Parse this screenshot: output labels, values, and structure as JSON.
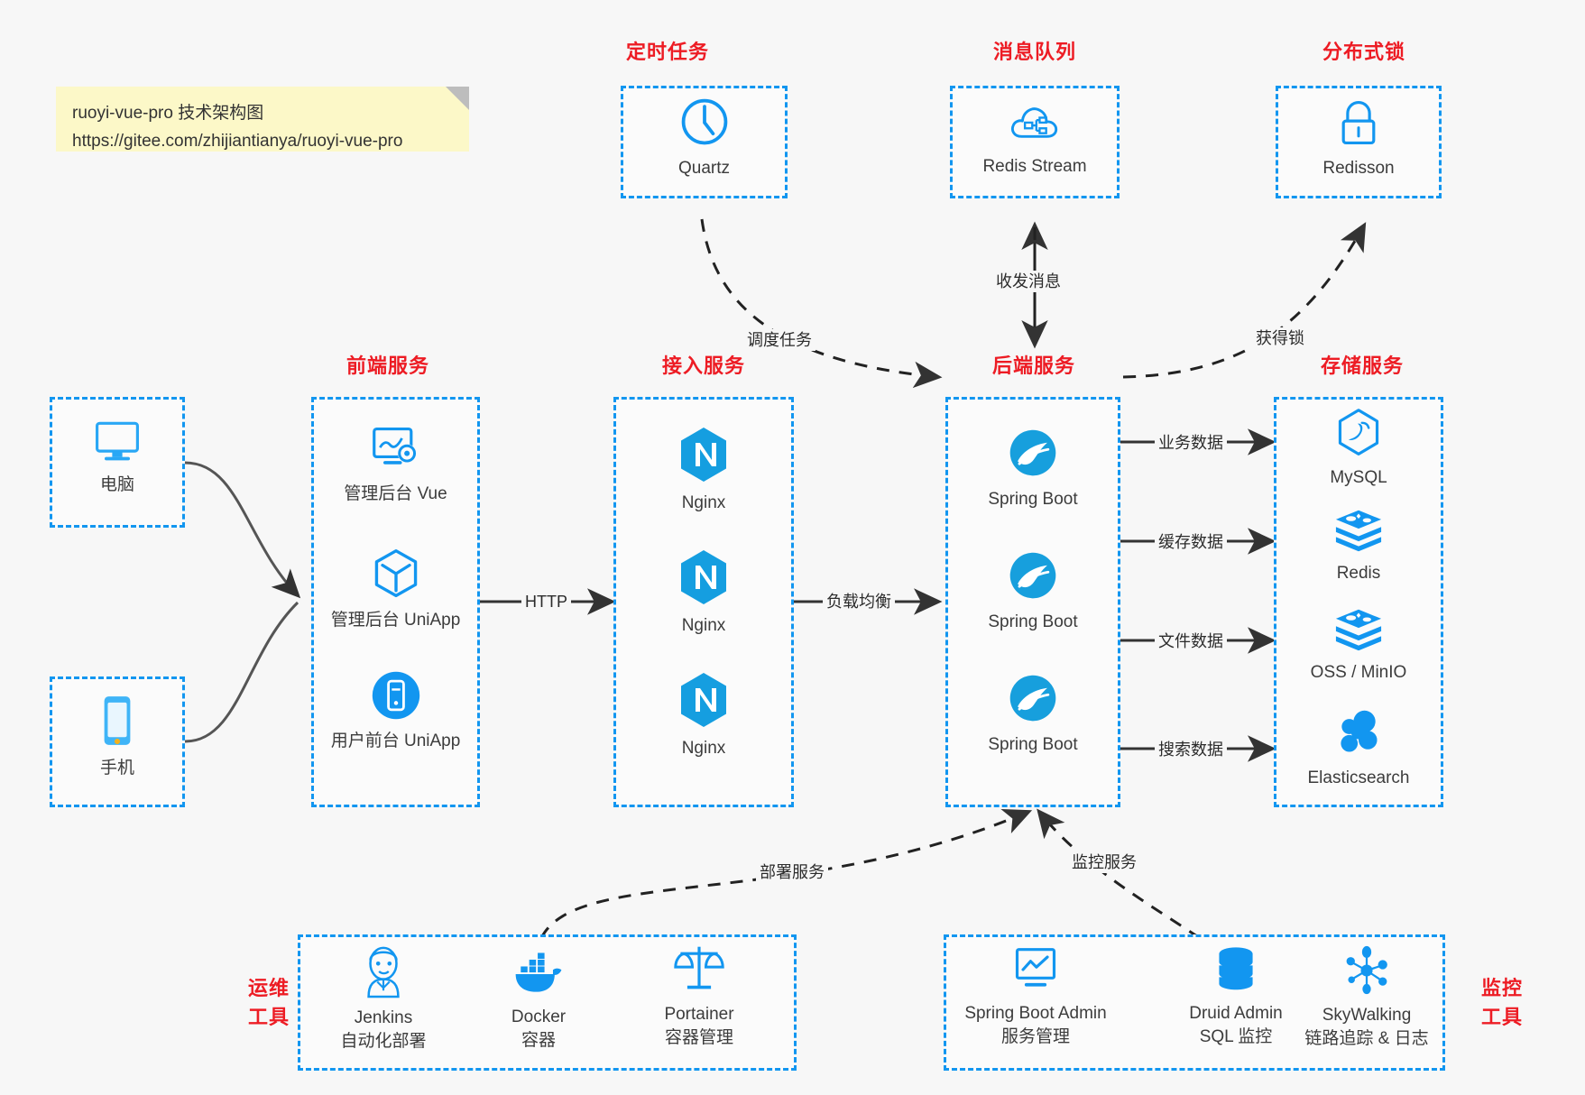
{
  "note": {
    "line1": "ruoyi-vue-pro 技术架构图",
    "line2": "https://gitee.com/zhijiantianya/ruoyi-vue-pro"
  },
  "groups": {
    "scheduler": {
      "caption": "定时任务",
      "items": [
        {
          "label": "Quartz",
          "icon": "clock-icon"
        }
      ]
    },
    "mq": {
      "caption": "消息队列",
      "items": [
        {
          "label": "Redis Stream",
          "icon": "cloud-stream-icon"
        }
      ]
    },
    "lock": {
      "caption": "分布式锁",
      "items": [
        {
          "label": "Redisson",
          "icon": "lock-icon"
        }
      ]
    },
    "clients": {
      "caption": "",
      "items": [
        {
          "label": "电脑",
          "icon": "desktop-icon"
        },
        {
          "label": "手机",
          "icon": "phone-icon"
        }
      ]
    },
    "frontend": {
      "caption": "前端服务",
      "items": [
        {
          "label": "管理后台 Vue",
          "icon": "dashboard-gear-icon"
        },
        {
          "label": "管理后台 UniApp",
          "icon": "cube-icon"
        },
        {
          "label": "用户前台 UniApp",
          "icon": "mobile-circle-icon"
        }
      ]
    },
    "gateway": {
      "caption": "接入服务",
      "items": [
        {
          "label": "Nginx",
          "icon": "nginx-icon"
        },
        {
          "label": "Nginx",
          "icon": "nginx-icon"
        },
        {
          "label": "Nginx",
          "icon": "nginx-icon"
        }
      ]
    },
    "backend": {
      "caption": "后端服务",
      "items": [
        {
          "label": "Spring Boot",
          "icon": "spring-boot-icon"
        },
        {
          "label": "Spring Boot",
          "icon": "spring-boot-icon"
        },
        {
          "label": "Spring Boot",
          "icon": "spring-boot-icon"
        }
      ]
    },
    "storage": {
      "caption": "存储服务",
      "items": [
        {
          "label": "MySQL",
          "icon": "mysql-icon"
        },
        {
          "label": "Redis",
          "icon": "redis-icon"
        },
        {
          "label": "OSS / MinIO",
          "icon": "oss-icon"
        },
        {
          "label": "Elasticsearch",
          "icon": "elasticsearch-icon"
        }
      ]
    },
    "devops": {
      "caption": "运维\n工具",
      "caption_l1": "运维",
      "caption_l2": "工具",
      "items": [
        {
          "label": "Jenkins",
          "sub": "自动化部署",
          "icon": "jenkins-icon"
        },
        {
          "label": "Docker",
          "sub": "容器",
          "icon": "docker-icon"
        },
        {
          "label": "Portainer",
          "sub": "容器管理",
          "icon": "scales-icon"
        }
      ]
    },
    "monitoring": {
      "caption_l1": "监控",
      "caption_l2": "工具",
      "items": [
        {
          "label": "Spring Boot Admin",
          "sub": "服务管理",
          "icon": "monitor-chart-icon"
        },
        {
          "label": "Druid Admin",
          "sub": "SQL 监控",
          "icon": "database-icon"
        },
        {
          "label": "SkyWalking",
          "sub": "链路追踪 & 日志",
          "icon": "skywalking-icon"
        }
      ]
    }
  },
  "edges": {
    "http": "HTTP",
    "load_balance": "负载均衡",
    "schedule_task": "调度任务",
    "send_receive_message": "收发消息",
    "acquire_lock": "获得锁",
    "business_data": "业务数据",
    "cache_data": "缓存数据",
    "file_data": "文件数据",
    "search_data": "搜索数据",
    "deploy_service": "部署服务",
    "monitor_service": "监控服务"
  },
  "colors": {
    "accent_blue": "#1296f0",
    "caption_red": "#ed1c24",
    "background": "#f7f7f7",
    "note_yellow": "#fcf8c8",
    "wire_dark": "#333333",
    "text": "#3c3c3c"
  }
}
